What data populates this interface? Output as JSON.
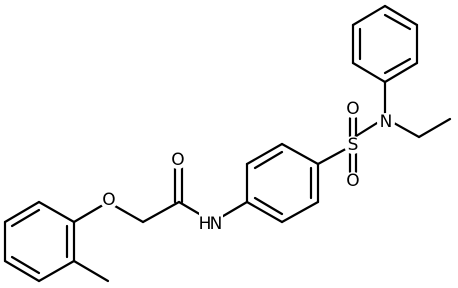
{
  "atom_labels": {
    "O_carbonyl": "O",
    "N_amide": "N",
    "H_amide": "H",
    "O_ether": "O",
    "S": "S",
    "O_sulfonyl_top": "O",
    "O_sulfonyl_bottom": "O",
    "N_sulfonamide": "N"
  },
  "colors": {
    "bond": "#000000",
    "background": "#ffffff"
  }
}
